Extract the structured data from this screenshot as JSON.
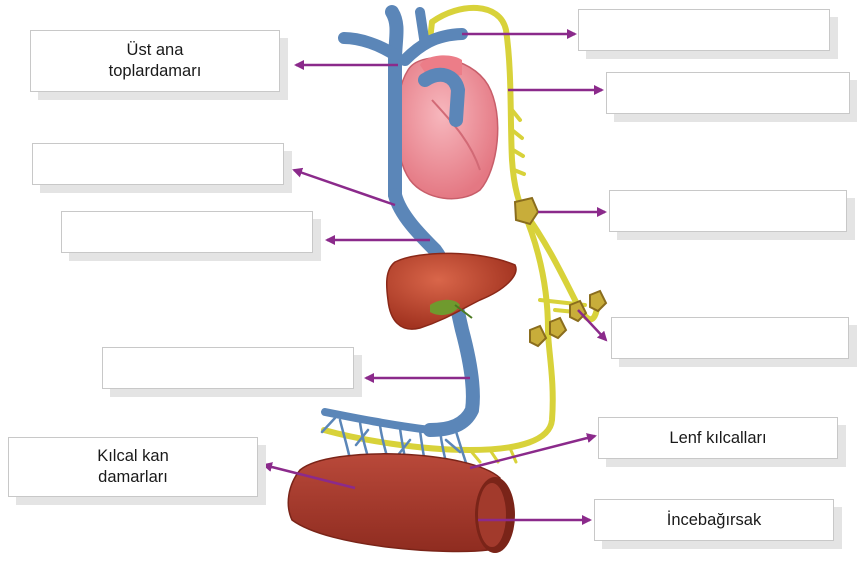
{
  "labels": {
    "ust_ana_toplardamari": "Üst ana\ntoplardamarı",
    "kilcal_kan_damarlari": "Kılcal kan\ndamarları",
    "lenf_kilcallari": "Lenf kılcalları",
    "incebagirsak": "İncebağırsak",
    "blank": ""
  },
  "colors": {
    "arrow": "#8b2a8b",
    "vein": "#5b86b8",
    "lymph": "#d8d23a",
    "node": "#c8ad3a",
    "heart": "#ef8e98",
    "liver": "#b8442c",
    "intestine": "#a8392a"
  }
}
